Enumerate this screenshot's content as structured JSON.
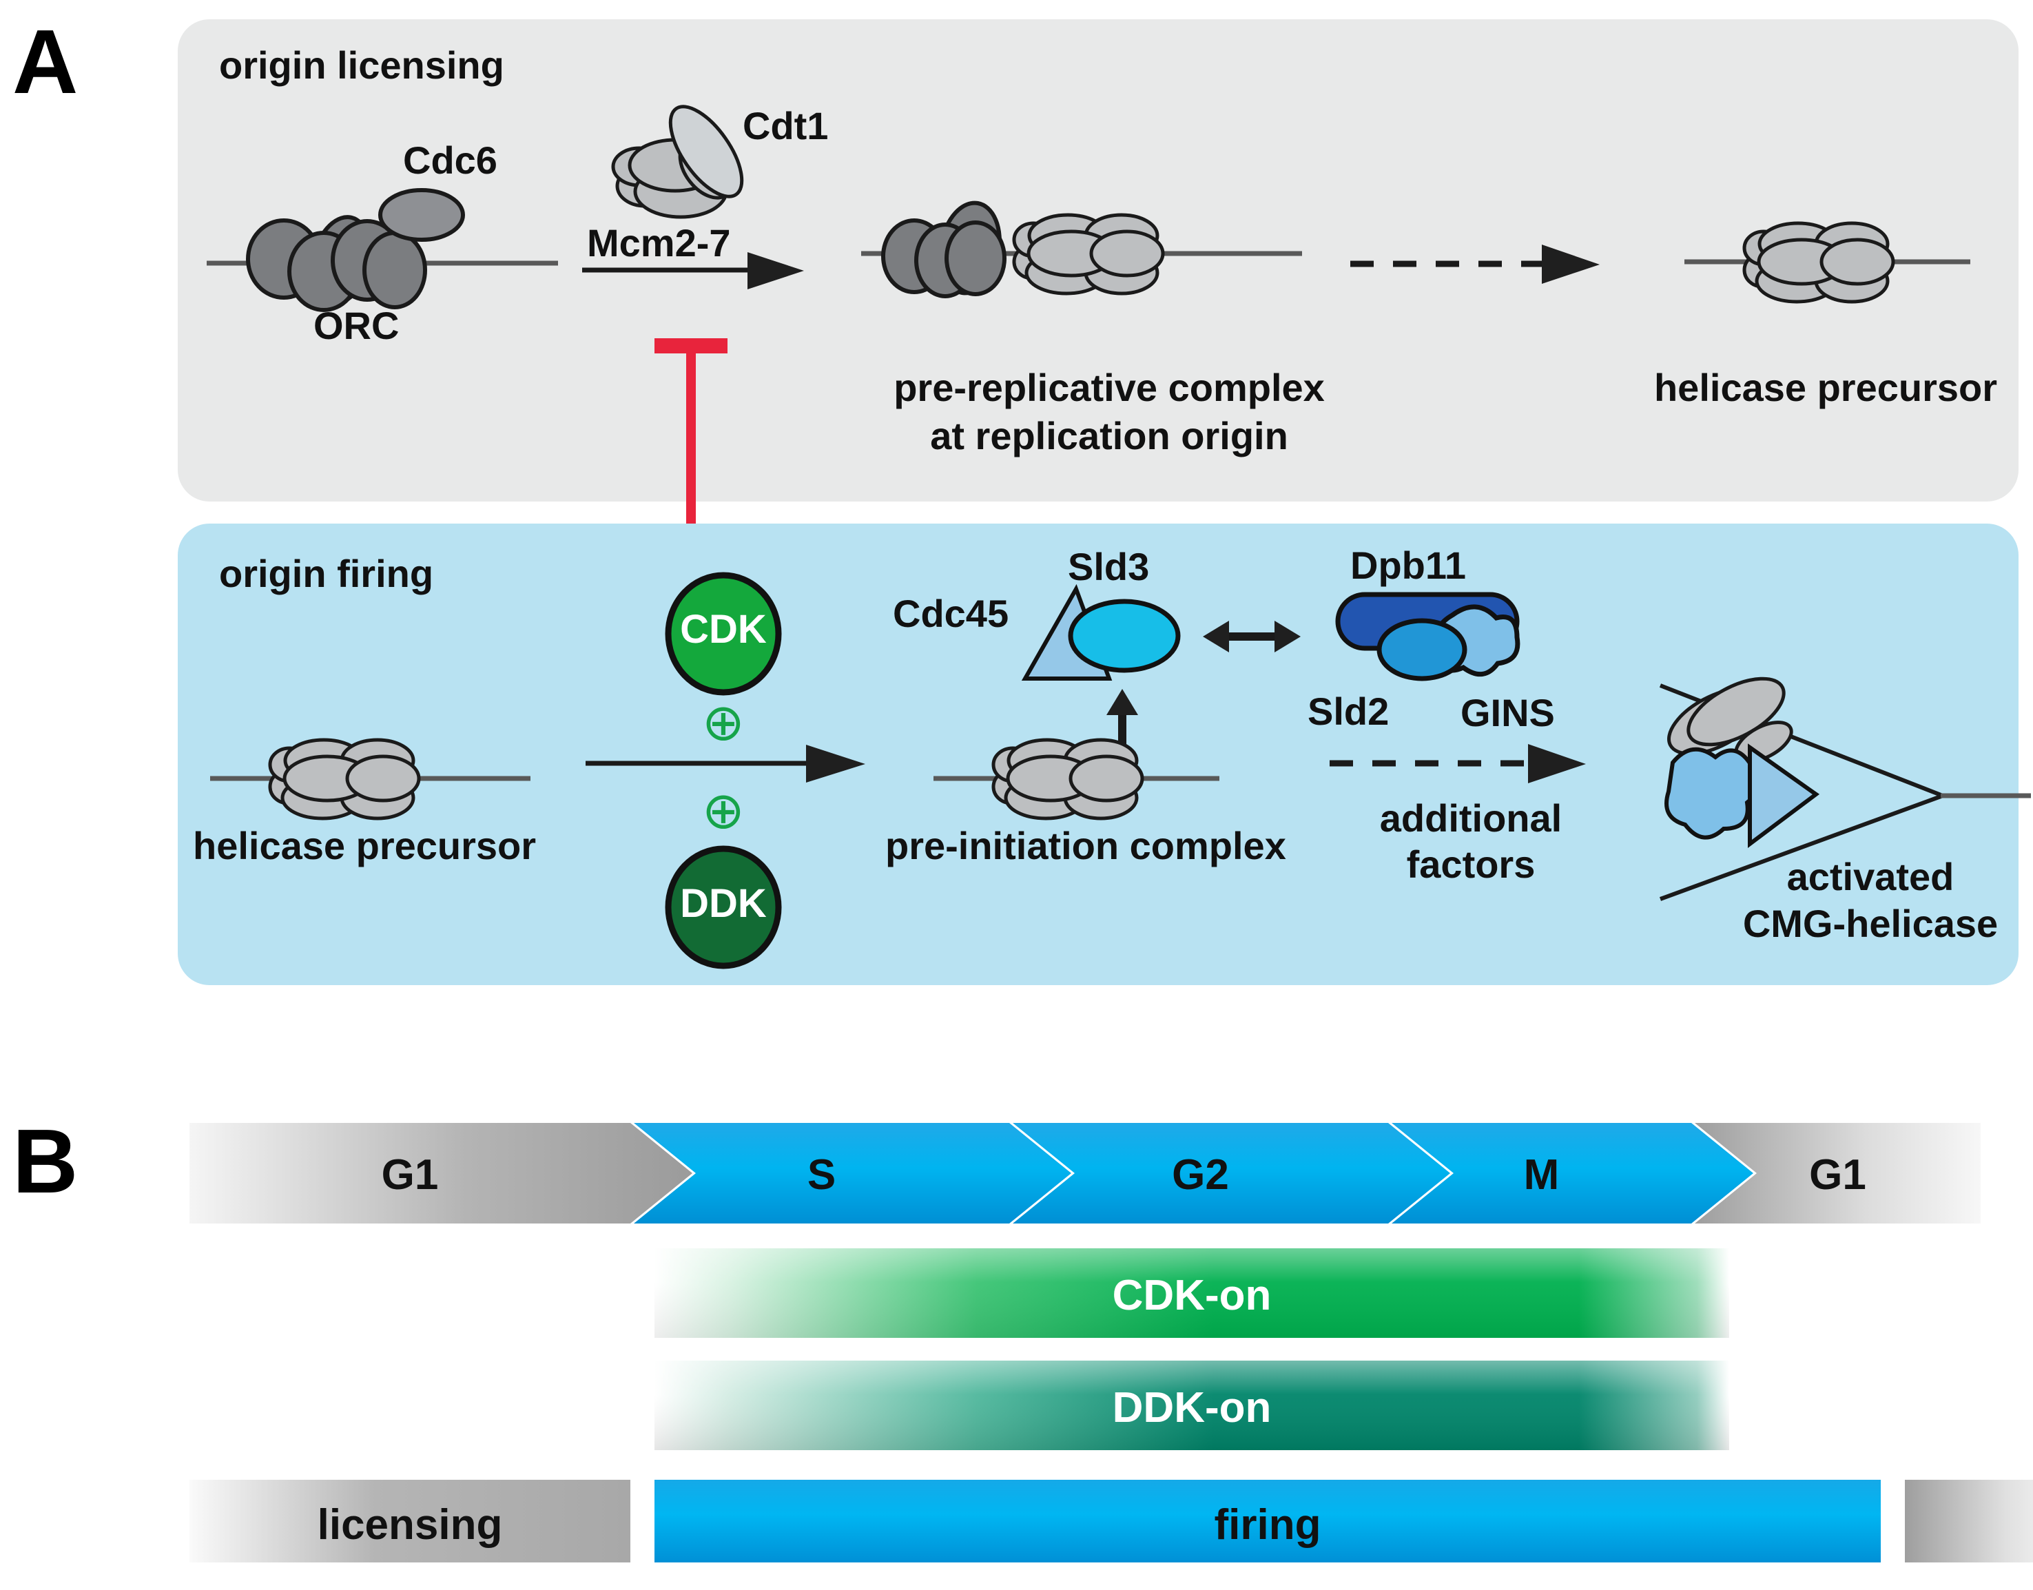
{
  "figure": {
    "panels": [
      {
        "letter": "A"
      },
      {
        "letter": "B"
      }
    ]
  },
  "panelA": {
    "licensing": {
      "title": "origin licensing",
      "labels": {
        "orc": "ORC",
        "cdc6": "Cdc6",
        "mcm": "Mcm2-7",
        "cdt1": "Cdt1",
        "pre_rc_line1": "pre-replicative complex",
        "pre_rc_line2": "at replication origin",
        "helicase_precursor": "helicase precursor"
      },
      "inhibitor_color": "#e8243c",
      "background_color": "#e8e9e9"
    },
    "firing": {
      "title": "origin firing",
      "labels": {
        "helicase_precursor": "helicase precursor",
        "cdk": "CDK",
        "ddk": "DDK",
        "plus_1": "⊕",
        "plus_2": "⊕",
        "cdc45": "Cdc45",
        "sld3": "Sld3",
        "dpb11": "Dpb11",
        "sld2": "Sld2",
        "gins": "GINS",
        "pre_ic": "pre-initiation complex",
        "additional_line1": "additional",
        "additional_line2": "factors",
        "cmg_line1": "activated",
        "cmg_line2": "CMG-helicase"
      },
      "colors": {
        "cdk": "#14a83c",
        "ddk": "#126b34",
        "plus": "#16a44a",
        "sld3": "#17bee8",
        "cdc45": "#95c8e8",
        "dpb11": "#2255b0",
        "sld2": "#2196d6",
        "gins": "#7fc0e8",
        "background": "#b8e2f2"
      }
    }
  },
  "panelB": {
    "phases": [
      {
        "label": "G1",
        "fill": "grey"
      },
      {
        "label": "S",
        "fill": "blue"
      },
      {
        "label": "G2",
        "fill": "blue"
      },
      {
        "label": "M",
        "fill": "blue"
      },
      {
        "label": "G1",
        "fill": "grey"
      }
    ],
    "activity_bars": [
      {
        "label": "CDK-on",
        "color": "#00b04f"
      },
      {
        "label": "DDK-on",
        "color": "#00856a"
      }
    ],
    "process_bars": [
      {
        "label": "licensing",
        "fill": "grey"
      },
      {
        "label": "firing",
        "fill": "blue"
      },
      {
        "label": "",
        "fill": "grey"
      }
    ],
    "colors": {
      "blue": "#00a0e3",
      "grey": "#a6a6a6",
      "cdk_green": "#00b04f",
      "ddk_green": "#00856a"
    }
  }
}
